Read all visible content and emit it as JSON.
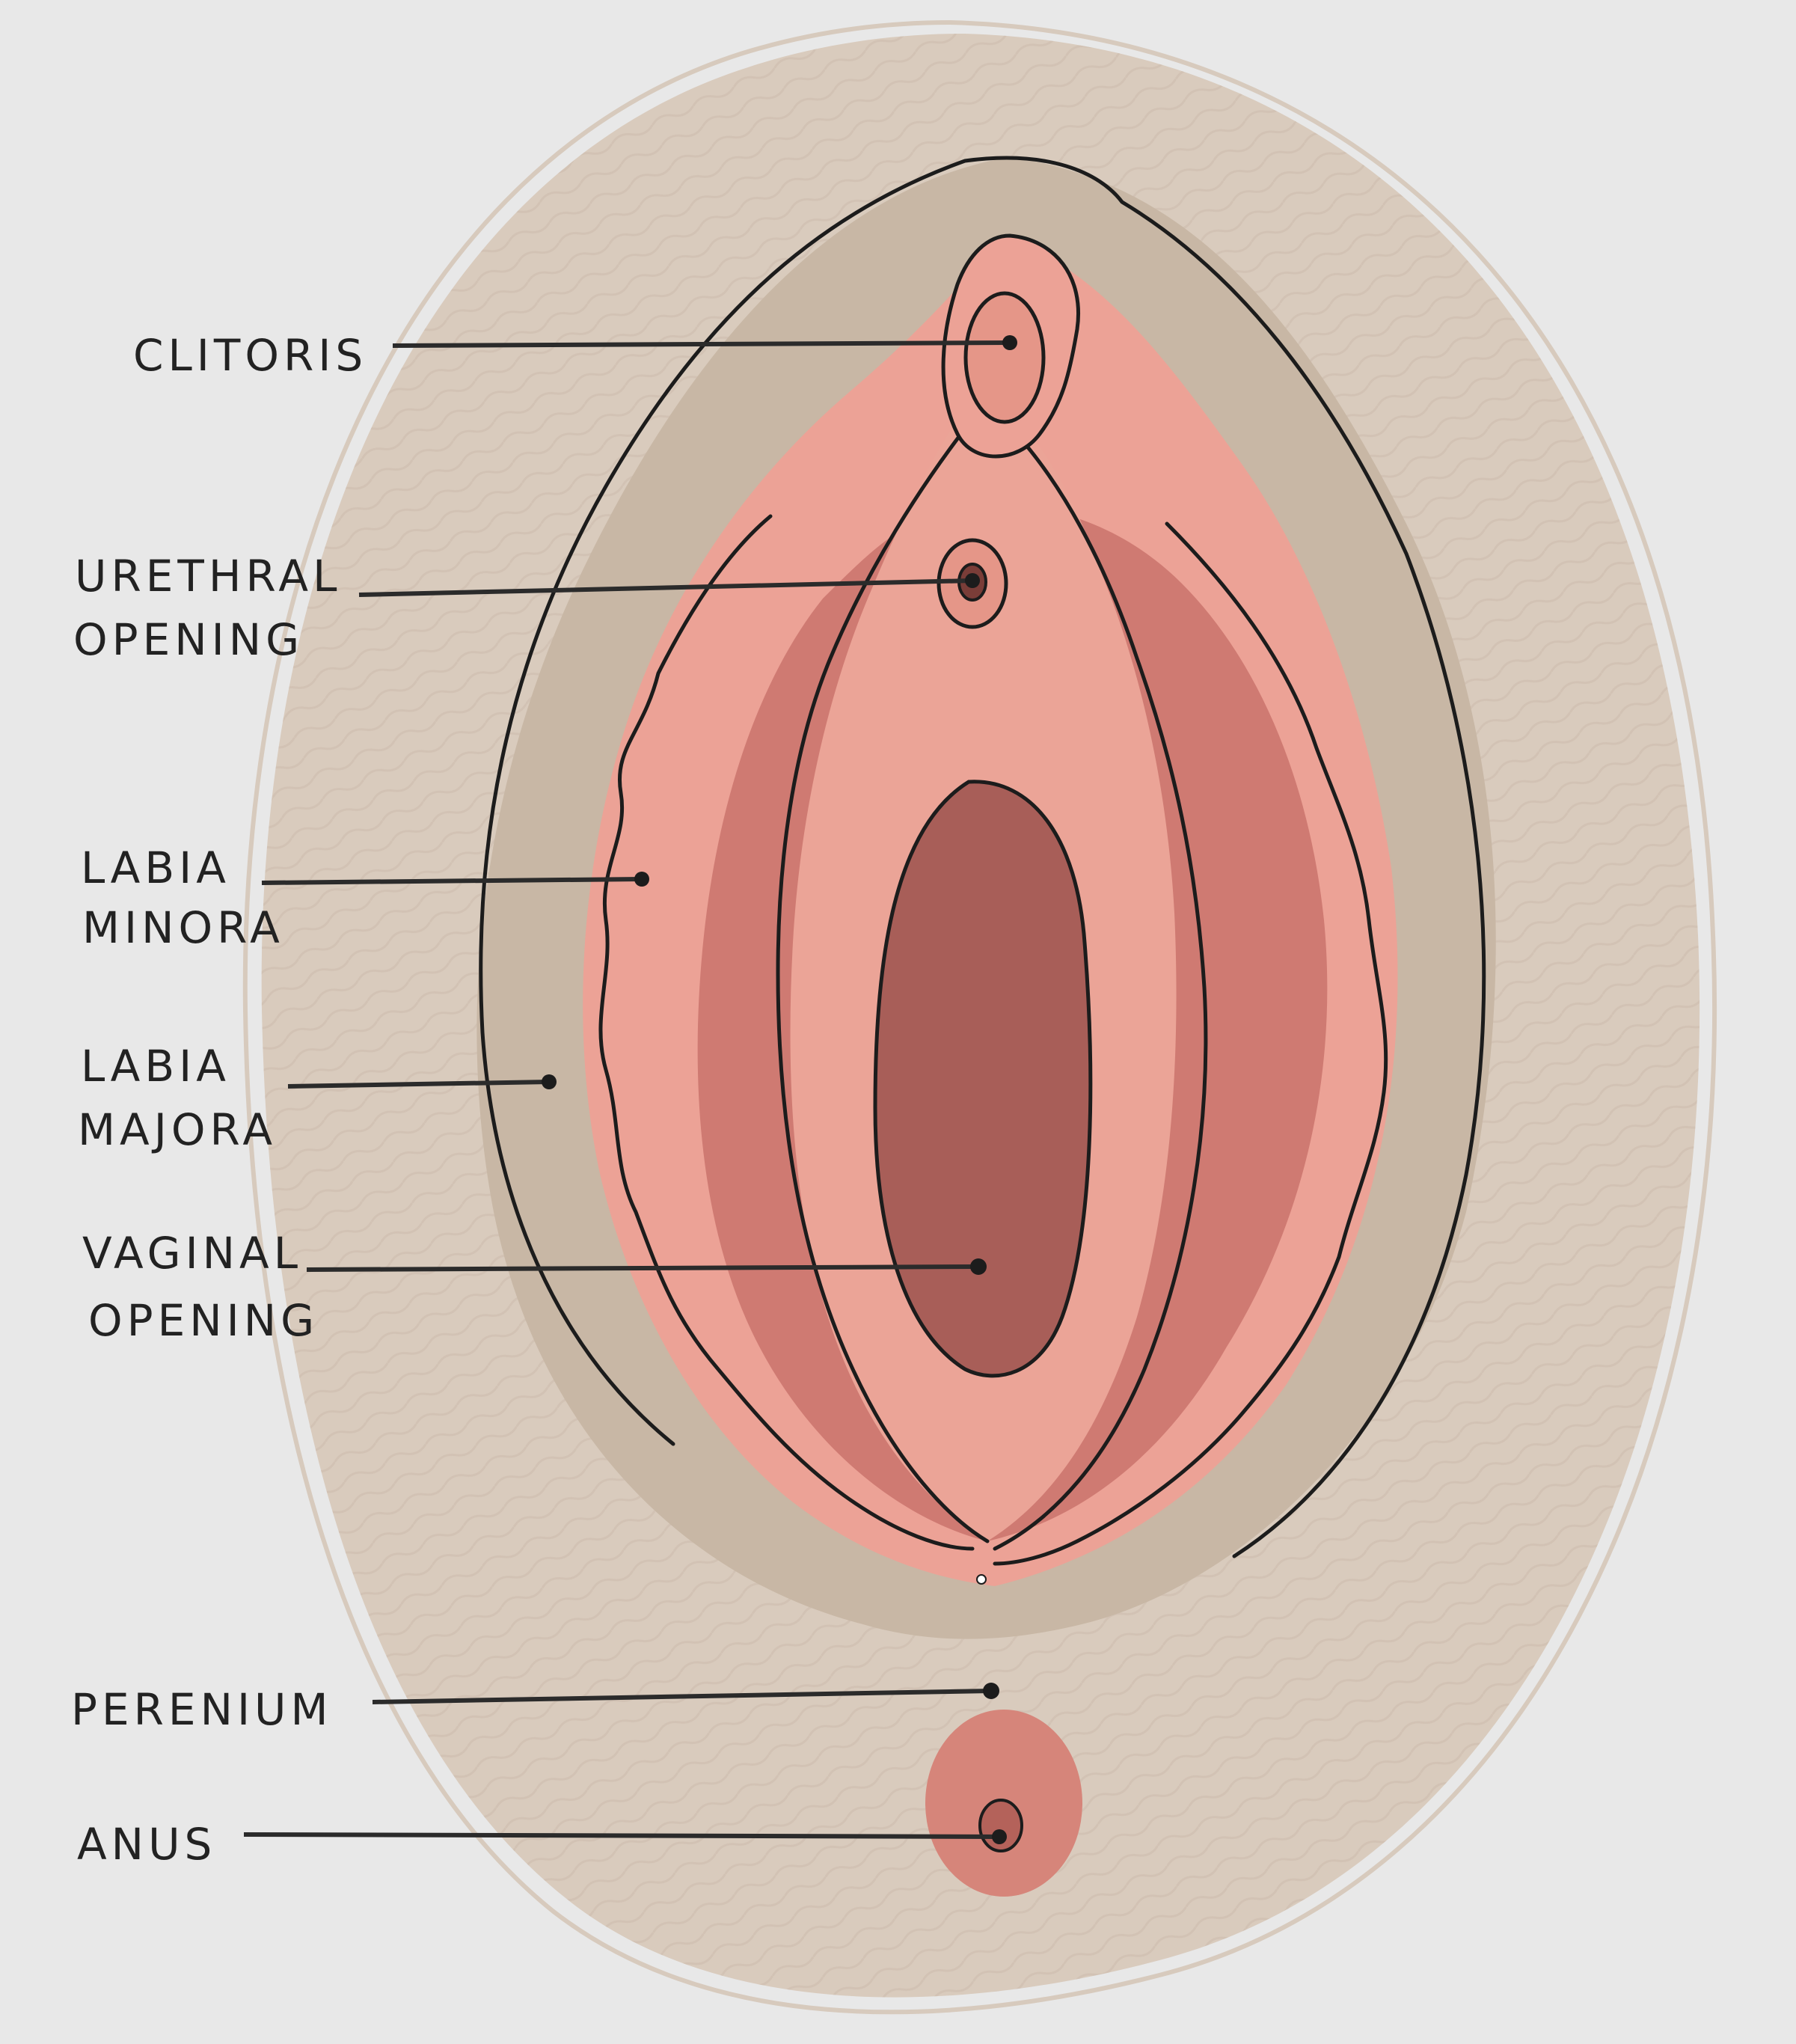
{
  "colors": {
    "background": "#e8e8e8",
    "outer_skin": "#d9cbbd",
    "labia_majora": "#c8b7a5",
    "labia_minora": "#eca296",
    "inner_fold": "#cf7a72",
    "vestibule": "#eba497",
    "vaginal_opening": "#a85e58",
    "outline": "#1c1c1c",
    "leader_line": "#2b2b2b"
  },
  "labels": {
    "clitoris": [
      "CLITORIS"
    ],
    "urethral_opening": [
      "URETHRAL",
      "OPENING"
    ],
    "labia_minora": [
      "LABIA",
      "MINORA"
    ],
    "labia_majora": [
      "LABIA",
      "MAJORA"
    ],
    "vaginal_opening": [
      "VAGINAL",
      "OPENING"
    ],
    "perineum": [
      "PERENIUM"
    ],
    "anus": [
      "ANUS"
    ]
  }
}
